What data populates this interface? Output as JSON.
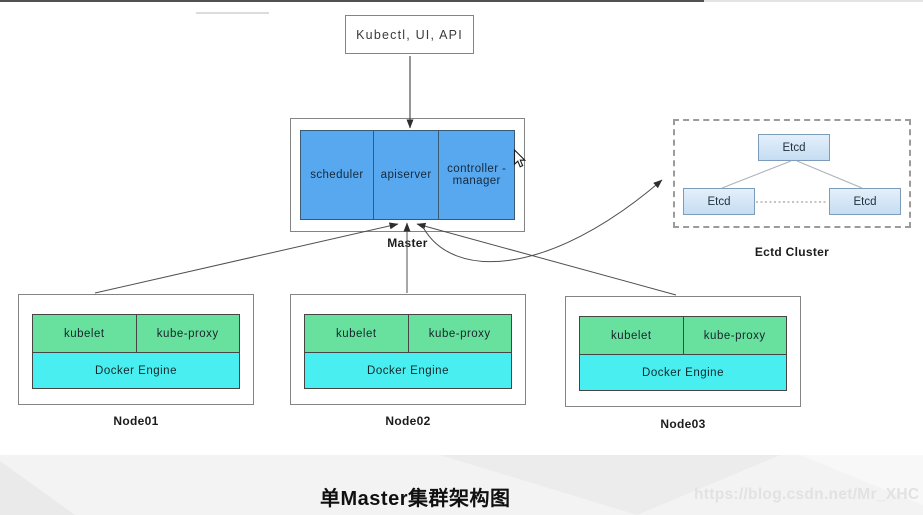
{
  "top": {
    "client_label": "Kubectl, UI, API"
  },
  "master": {
    "label": "Master",
    "components": [
      {
        "label": "scheduler"
      },
      {
        "label": "apiserver"
      },
      {
        "label": "controller -manager"
      }
    ]
  },
  "etcd": {
    "cluster_label": "Ectd Cluster",
    "top_label": "Etcd",
    "left_label": "Etcd",
    "right_label": "Etcd"
  },
  "nodes": [
    {
      "label": "Node01",
      "kubelet": "kubelet",
      "kube_proxy": "kube-proxy",
      "engine": "Docker Engine"
    },
    {
      "label": "Node02",
      "kubelet": "kubelet",
      "kube_proxy": "kube-proxy",
      "engine": "Docker Engine"
    },
    {
      "label": "Node03",
      "kubelet": "kubelet",
      "kube_proxy": "kube-proxy",
      "engine": "Docker Engine"
    }
  ],
  "footer": {
    "caption": "单Master集群架构图",
    "watermark": "https://blog.csdn.net/Mr_XHC"
  },
  "colors": {
    "component_blue": "#58a8f0",
    "component_blue_border": "#3a5a74",
    "agent_green": "#68e19e",
    "engine_cyan": "#49eef0",
    "etcd_fill": "#c5ddf3",
    "outline_gray": "#848484",
    "line": "#4f4f4f"
  }
}
